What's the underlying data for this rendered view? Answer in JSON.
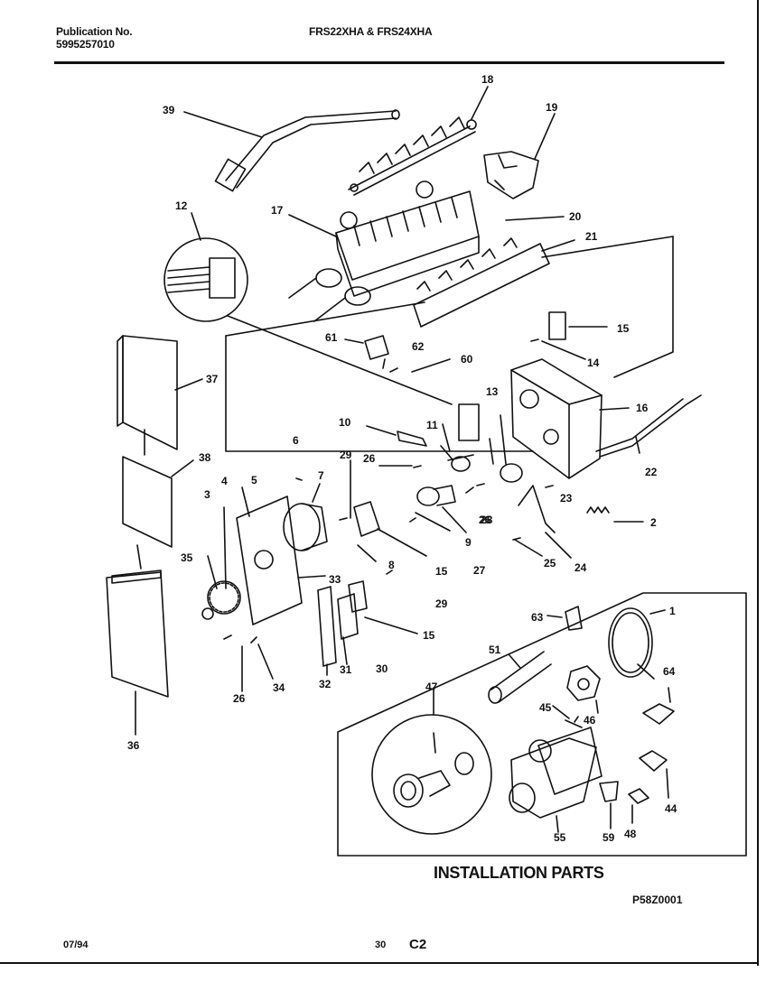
{
  "header": {
    "publication_label": "Publication No.",
    "publication_number": "5995257010",
    "models": "FRS22XHA & FRS24XHA"
  },
  "callouts": [
    "1",
    "2",
    "3",
    "4",
    "5",
    "6",
    "7",
    "8",
    "9",
    "10",
    "11",
    "12",
    "13",
    "14",
    "15",
    "15",
    "15",
    "16",
    "17",
    "18",
    "19",
    "20",
    "21",
    "22",
    "23",
    "24",
    "25",
    "26",
    "26",
    "26",
    "27",
    "28",
    "29",
    "29",
    "30",
    "31",
    "32",
    "33",
    "34",
    "35",
    "36",
    "37",
    "38",
    "39",
    "44",
    "45",
    "46",
    "47",
    "48",
    "51",
    "55",
    "59",
    "60",
    "61",
    "62",
    "63",
    "64"
  ],
  "installation_title": "INSTALLATION PARTS",
  "diagram_code": "P58Z0001",
  "footer": {
    "date": "07/94",
    "page": "30",
    "section": "C2"
  }
}
